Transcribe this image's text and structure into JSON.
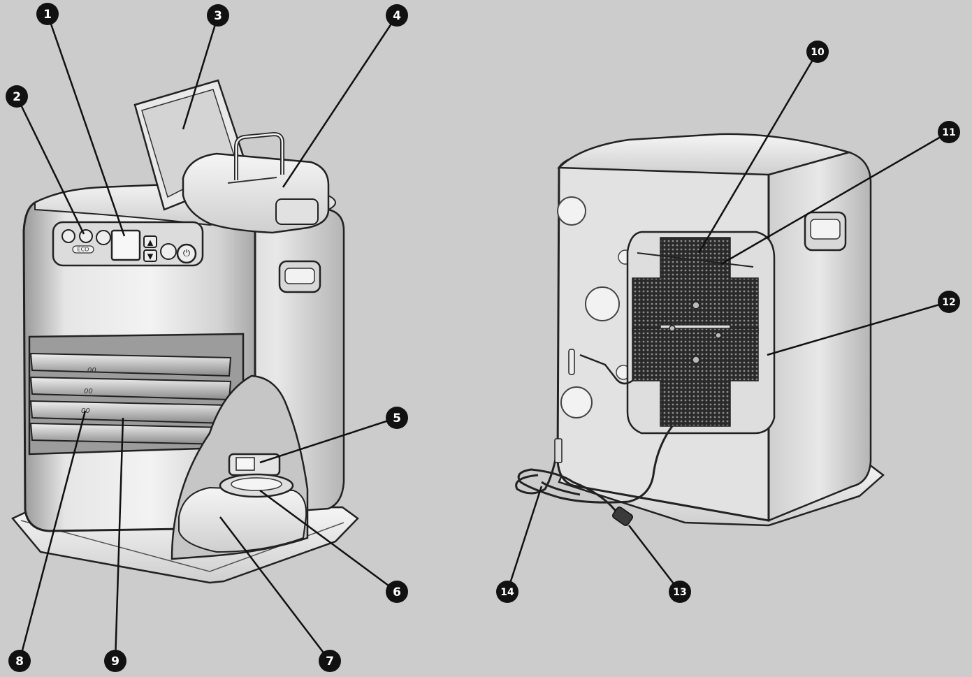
{
  "colors": {
    "background": "#cbcccb",
    "body_light": "#eeeeee",
    "body_mid": "#c9c9c9",
    "outline": "#222222",
    "callout_fill": "#111111",
    "callout_text": "#ffffff"
  },
  "front_panel": {
    "mode_label": "ECO",
    "arrow_up": "▲",
    "arrow_down": "▼",
    "power_symbol": "⏻",
    "vent_mark": "00"
  },
  "callouts": [
    {
      "id": "c1",
      "label": "1"
    },
    {
      "id": "c2",
      "label": "2"
    },
    {
      "id": "c3",
      "label": "3"
    },
    {
      "id": "c4",
      "label": "4"
    },
    {
      "id": "c5",
      "label": "5"
    },
    {
      "id": "c6",
      "label": "6"
    },
    {
      "id": "c7",
      "label": "7"
    },
    {
      "id": "c8",
      "label": "8"
    },
    {
      "id": "c9",
      "label": "9"
    },
    {
      "id": "c10",
      "label": "10"
    },
    {
      "id": "c11",
      "label": "11"
    },
    {
      "id": "c12",
      "label": "12"
    },
    {
      "id": "c13",
      "label": "13"
    },
    {
      "id": "c14",
      "label": "14"
    }
  ]
}
